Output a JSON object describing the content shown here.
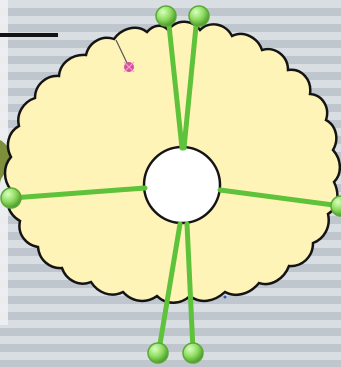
{
  "colors": {
    "background_light": "#d9dee3",
    "background_dark": "#b9c0c7",
    "left_panel": "#eef0f2",
    "flower_fill": "#fff4b8",
    "outline": "#141414",
    "pin_line": "#5ec23a",
    "pin_head": "#8fdc61",
    "accent_pink": "#d84ea0"
  },
  "icons": {
    "flower": "scalloped-flower-shape",
    "center": "center-hole-circle",
    "pins": "green-pin-markers",
    "leaf": "green-leaf-fragment",
    "small_mark": "pink-sparkle-mark"
  },
  "diagram": {
    "shape_count": 1,
    "pin_count": 6
  }
}
